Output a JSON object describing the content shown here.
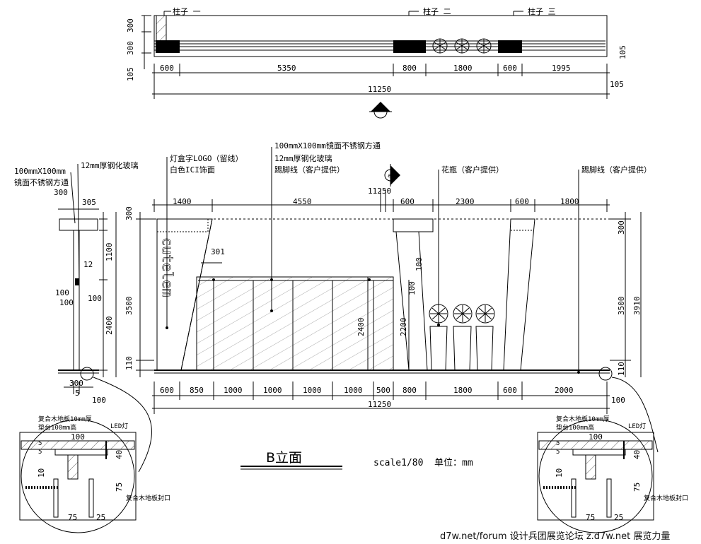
{
  "plan": {
    "column_labels": [
      "柱子 一",
      "柱子 二",
      "柱子 三"
    ],
    "top_dims": [
      "600",
      "5350",
      "800",
      "1800",
      "600",
      "1995"
    ],
    "total": "11250",
    "left_dims": [
      "300",
      "300",
      "105"
    ],
    "right_dims": [
      "105",
      "105"
    ],
    "section_mark": "B"
  },
  "elevation": {
    "callouts": {
      "logo_line1": "灯盒字LOGO（留线）",
      "logo_line2": "白色ICI饰面",
      "tube_line1": "100mmX100mm镜面不锈钢方通",
      "tube_line2": "12mm厚钢化玻璃",
      "tube_line3": "踢脚线（客户提供）",
      "vase": "花瓶（客户提供）",
      "skirting": "踢脚线（客户提供）"
    },
    "section_mark": "a",
    "total_top": "11250",
    "top_dims": [
      "1400",
      "4550",
      "600",
      "2300",
      "600",
      "1800"
    ],
    "bottom_dims": [
      "600",
      "850",
      "1000",
      "1000",
      "1000",
      "1000",
      "500",
      "800",
      "1800",
      "600",
      "2000"
    ],
    "total_bottom": "11250",
    "left_vdims": [
      "300",
      "3500",
      "110"
    ],
    "right_vdims": [
      "300",
      "3500",
      "3910",
      "110"
    ],
    "right_bottom": "100",
    "inner_dims": [
      "301",
      "2400",
      "2200",
      "100",
      "100"
    ],
    "logo_text": "cutelem"
  },
  "section": {
    "label_steel_1": "100mmX100mm",
    "label_steel_2": "镜面不锈钢方通",
    "label_glass": "12mm厚钢化玻璃",
    "top_dims": [
      "300",
      "305"
    ],
    "vdims": [
      "1100",
      "2400"
    ],
    "small_dims": [
      "12",
      "100",
      "100",
      "100"
    ],
    "bottom_dims": [
      "300",
      "5",
      "100"
    ]
  },
  "details": {
    "label_floor": "复合木地板10mm厚",
    "label_platform": "垫台100mm高",
    "label_led": "LED灯",
    "label_seal": "复合木地板封口",
    "dims": [
      "100",
      "40",
      "10",
      "75",
      "75",
      "25",
      "5",
      "5"
    ]
  },
  "title": {
    "name": "B立面",
    "scale": "scale1/80",
    "unit": "单位：mm"
  },
  "watermark": "d7w.net/forum 设计兵团展览论坛   z.d7w.net 展览力量"
}
